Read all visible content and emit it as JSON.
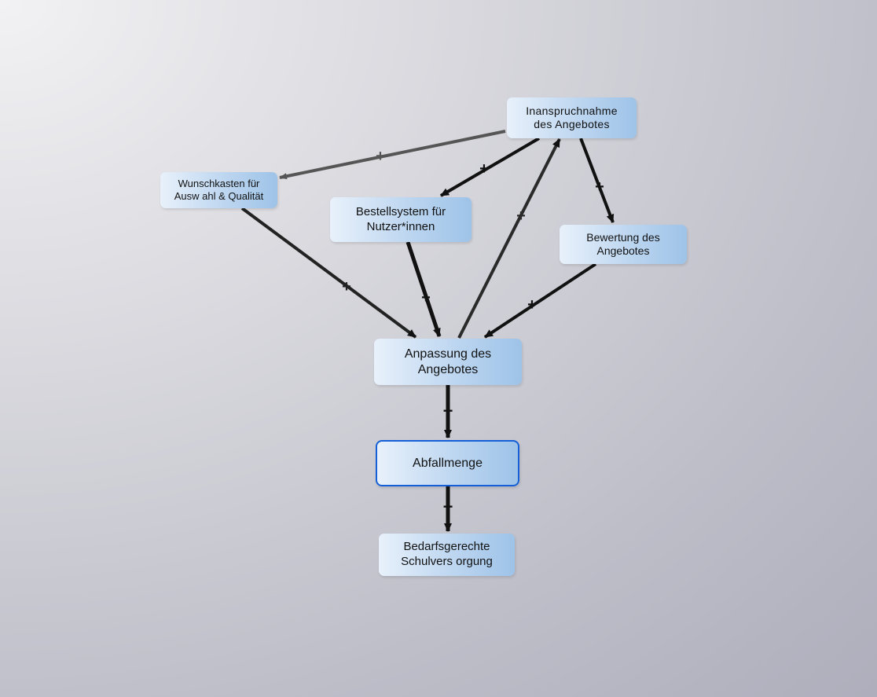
{
  "nodes": {
    "inanspruchnahme": "Inanspruchnahme\ndes Angebotes",
    "wunschkasten": "Wunschkasten für\nAusw ahl & Qualität",
    "bestellsystem": "Bestellsystem für\nNutzer*innen",
    "bewertung": "Bewertung des\nAngebotes",
    "anpassung": "Anpassung des\nAngebotes",
    "abfallmenge": "Abfallmenge",
    "bedarfsgerechte": "Bedarfsgerechte\nSchulvers orgung"
  },
  "edges": [
    {
      "from": "inanspruchnahme",
      "to": "wunschkasten",
      "polarity": "+"
    },
    {
      "from": "inanspruchnahme",
      "to": "bestellsystem",
      "polarity": "+"
    },
    {
      "from": "inanspruchnahme",
      "to": "bewertung",
      "polarity": "+"
    },
    {
      "from": "wunschkasten",
      "to": "anpassung",
      "polarity": "+"
    },
    {
      "from": "bestellsystem",
      "to": "anpassung",
      "polarity": "+"
    },
    {
      "from": "bewertung",
      "to": "anpassung",
      "polarity": "+"
    },
    {
      "from": "anpassung",
      "to": "inanspruchnahme",
      "polarity": "+"
    },
    {
      "from": "anpassung",
      "to": "abfallmenge",
      "polarity": "−"
    },
    {
      "from": "abfallmenge",
      "to": "bedarfsgerechte",
      "polarity": "−"
    }
  ],
  "selected_node": "abfallmenge"
}
